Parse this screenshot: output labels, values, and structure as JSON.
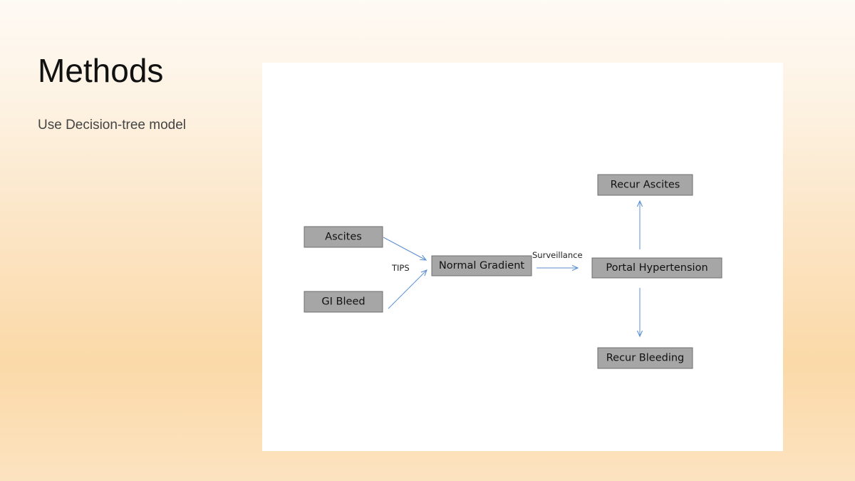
{
  "slide": {
    "title": "Methods",
    "subtitle": "Use Decision-tree model"
  },
  "diagram": {
    "nodes": {
      "ascites": "Ascites",
      "gi_bleed": "GI Bleed",
      "normal_gradient": "Normal Gradient",
      "portal_hypertension": "Portal Hypertension",
      "recur_ascites": "Recur Ascites",
      "recur_bleeding": "Recur Bleeding"
    },
    "edge_labels": {
      "tips": "TIPS",
      "surveillance": "Surveillance"
    },
    "colors": {
      "node_fill": "#a6a6a6",
      "node_border": "#6e6e6e",
      "arrow": "#5b8fd0"
    }
  }
}
